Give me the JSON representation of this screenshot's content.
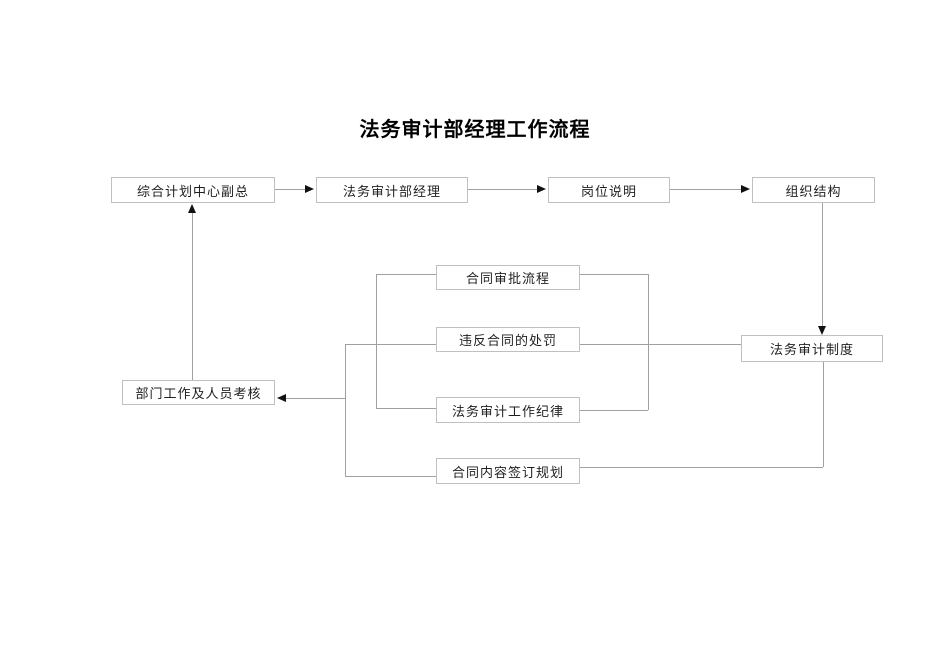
{
  "title": "法务审计部经理工作流程",
  "nodes": [
    {
      "id": "vice-president",
      "label": "综合计划中心副总"
    },
    {
      "id": "legal-audit-manager",
      "label": "法务审计部经理"
    },
    {
      "id": "job-description",
      "label": "岗位说明"
    },
    {
      "id": "org-structure",
      "label": "组织结构"
    },
    {
      "id": "contract-approval",
      "label": "合同审批流程"
    },
    {
      "id": "contract-breach-penalty",
      "label": "违反合同的处罚"
    },
    {
      "id": "audit-work-discipline",
      "label": "法务审计工作纪律"
    },
    {
      "id": "contract-signing-plan",
      "label": "合同内容签订规划"
    },
    {
      "id": "legal-audit-system",
      "label": "法务审计制度"
    },
    {
      "id": "dept-work-assessment",
      "label": "部门工作及人员考核"
    }
  ],
  "edges": [
    {
      "from": "综合计划中心副总",
      "to": "法务审计部经理",
      "style": "arrow"
    },
    {
      "from": "法务审计部经理",
      "to": "岗位说明",
      "style": "arrow"
    },
    {
      "from": "岗位说明",
      "to": "组织结构",
      "style": "arrow"
    },
    {
      "from": "组织结构",
      "to": "法务审计制度",
      "style": "arrow"
    },
    {
      "from": "部门工作及人员考核",
      "to": "综合计划中心副总",
      "style": "arrow"
    },
    {
      "from": "违反合同的处罚 / 合同内容签订规划",
      "to": "部门工作及人员考核",
      "style": "arrow"
    },
    {
      "from": "合同审批流程",
      "to": "法务审计工作纪律",
      "style": "line"
    },
    {
      "from": "合同审批流程 / 违反合同的处罚 / 法务审计工作纪律",
      "to": "法务审计制度",
      "style": "line"
    },
    {
      "from": "法务审计制度",
      "to": "合同内容签订规划",
      "style": "line"
    }
  ],
  "colors": {
    "background": "#ffffff",
    "box_border": "#c0c0c0",
    "box_fill": "#ffffff",
    "text": "#1f1f1f",
    "connector": "#a0a0a0",
    "arrowhead": "#111111"
  }
}
